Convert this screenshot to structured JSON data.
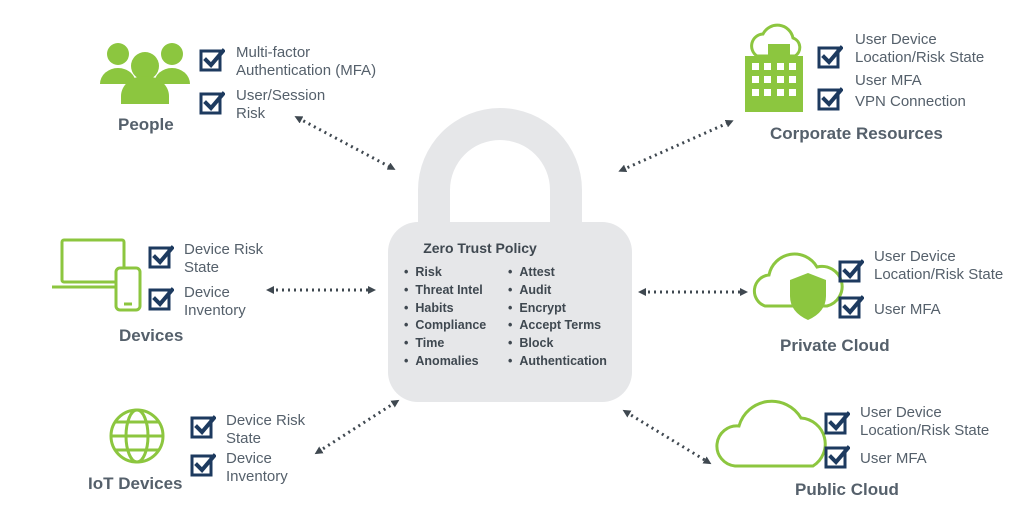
{
  "people": {
    "title": "People",
    "checks": [
      "Multi-factor\nAuthentication (MFA)",
      "User/Session\nRisk"
    ]
  },
  "devices": {
    "title": "Devices",
    "checks": [
      "Device Risk\nState",
      "Device\nInventory"
    ]
  },
  "iot": {
    "title": "IoT Devices",
    "checks": [
      "Device Risk\nState",
      "Device\nInventory"
    ]
  },
  "corporate": {
    "title": "Corporate Resources",
    "checks": [
      "User Device\nLocation/Risk State",
      "User MFA",
      "VPN Connection"
    ]
  },
  "private_cloud": {
    "title": "Private Cloud",
    "checks": [
      "User Device\nLocation/Risk State",
      "User MFA"
    ]
  },
  "public_cloud": {
    "title": "Public Cloud",
    "checks": [
      "User Device\nLocation/Risk State",
      "User MFA"
    ]
  },
  "policy": {
    "title": "Zero Trust Policy",
    "left_items": [
      "Risk",
      "Threat Intel",
      "Habits",
      "Compliance",
      "Time",
      "Anomalies"
    ],
    "right_items": [
      "Attest",
      "Audit",
      "Encrypt",
      "Accept Terms",
      "Block",
      "Authentication"
    ]
  },
  "colors": {
    "green": "#8cc63f",
    "navy": "#1d3a5f",
    "lock_gray": "#e6e7e9",
    "text": "#55606b"
  },
  "icons": [
    "people-icon",
    "devices-icon",
    "globe-icon",
    "building-cloud-icon",
    "cloud-shield-icon",
    "cloud-icon",
    "padlock-icon",
    "checkbox-icon"
  ]
}
